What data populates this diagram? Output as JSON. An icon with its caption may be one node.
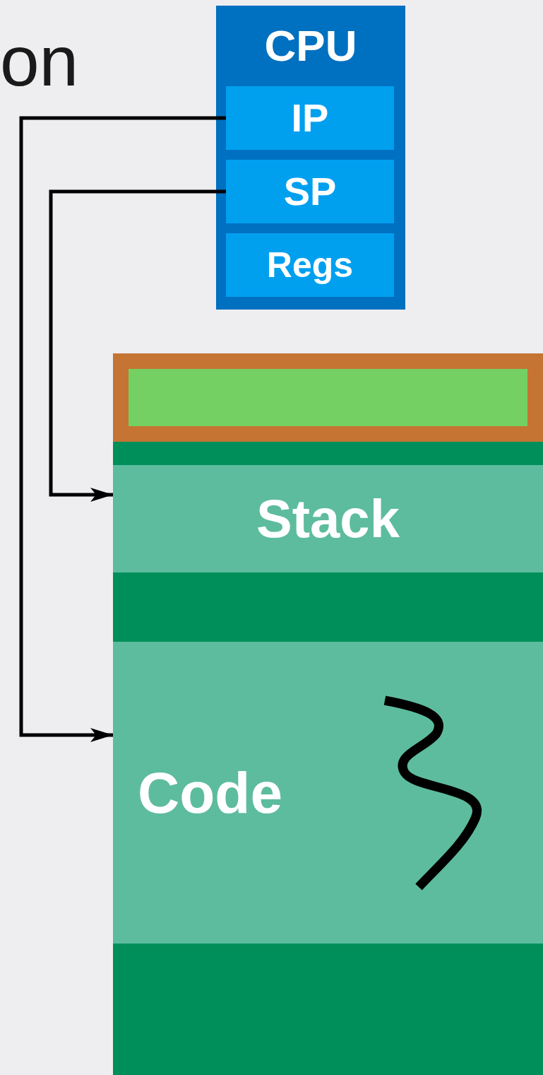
{
  "diagram": {
    "nodes": [
      {
        "text": [
          "CPU"
        ]
      },
      {
        "text": [
          "IP"
        ],
        "in": 0
      },
      {
        "text": [
          "SP"
        ],
        "in": 0
      },
      {
        "text": [
          "Regs"
        ],
        "in": 0
      },
      {
        "text": [],
        "shape": "box"
      },
      {
        "text": [],
        "shape": "box",
        "in": 4
      },
      {
        "text": [
          "Stack"
        ],
        "in": 4
      },
      {
        "text": [
          "Code"
        ],
        "in": 4
      }
    ],
    "edges": [
      {
        "from": 1,
        "to": 7,
        "arrow": "to"
      },
      {
        "from": 2,
        "to": 6,
        "arrow": "to"
      }
    ],
    "labels": [
      "on"
    ]
  }
}
